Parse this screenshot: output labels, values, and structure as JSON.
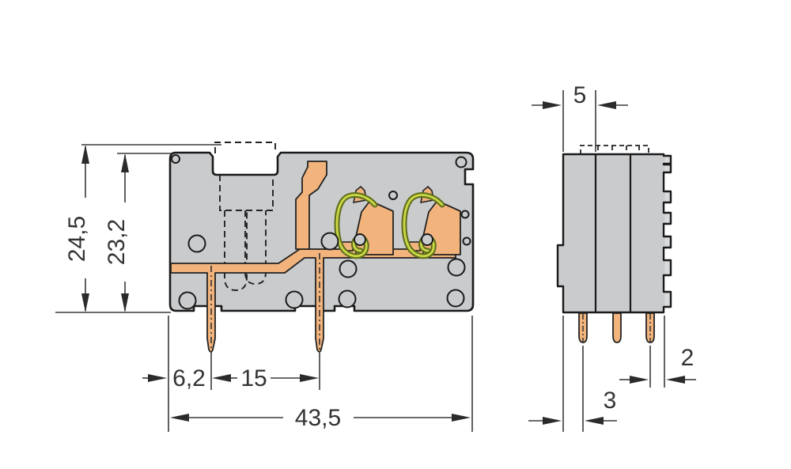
{
  "drawing": {
    "dimensions": {
      "front_view": {
        "overall_height": "24,5",
        "housing_height": "23,2",
        "first_pin_offset": "6,2",
        "pin_spacing": "15",
        "overall_width": "43,5"
      },
      "side_view": {
        "pole_width": "5",
        "pin_to_rear_edge": "2",
        "pin_to_front_edge": "3"
      }
    },
    "colors": {
      "background": "#ffffff",
      "housing_gray": "#c9cbcd",
      "tooth_gray": "#d8dadb",
      "copper_orange": "#f2b47c",
      "spring_dark": "#5f6f1d",
      "spring_light": "#ccd845",
      "outline": "#1a1a1a",
      "dimension_lines": "#3a3a3a"
    }
  }
}
